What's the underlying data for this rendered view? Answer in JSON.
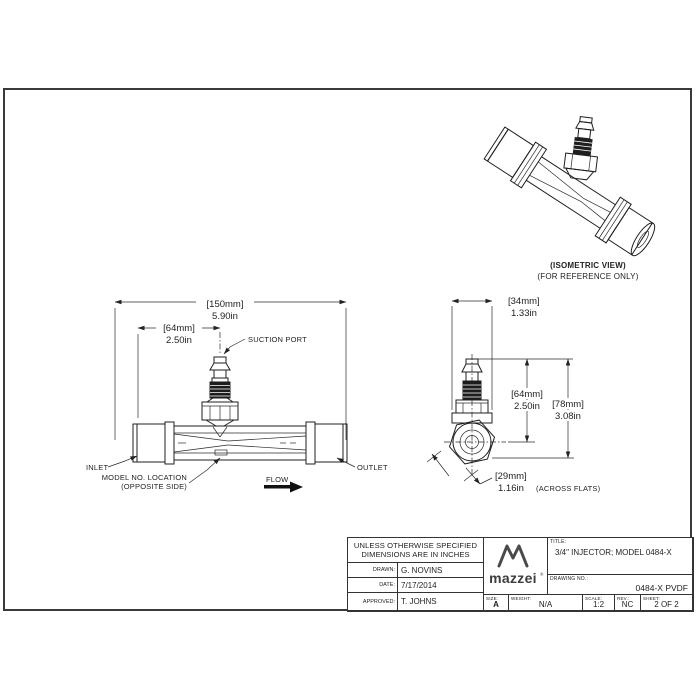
{
  "window": {
    "bg": "#ffffff",
    "line_color": "#333333"
  },
  "side_view": {
    "dim_overall": {
      "mm": "[150mm]",
      "in": "5.90in"
    },
    "dim_port": {
      "mm": "[64mm]",
      "in": "2.50in"
    },
    "suction_port": "SUCTION PORT",
    "inlet": "INLET",
    "outlet": "OUTLET",
    "model_location_1": "MODEL NO. LOCATION",
    "model_location_2": "(OPPOSITE SIDE)",
    "flow": "FLOW"
  },
  "end_view": {
    "dim_width": {
      "mm": "[34mm]",
      "in": "1.33in"
    },
    "dim_port_height": {
      "mm": "[64mm]",
      "in": "2.50in"
    },
    "dim_overall_height": {
      "mm": "[78mm]",
      "in": "3.08in"
    },
    "dim_hex": {
      "mm": "[29mm]",
      "in": "1.16in",
      "note": "(ACROSS FLATS)"
    }
  },
  "iso_view": {
    "caption_1": "(ISOMETRIC VIEW)",
    "caption_2": "(FOR REFERENCE ONLY)"
  },
  "title_block": {
    "notes_1": "UNLESS OTHERWISE SPECIFIED",
    "notes_2": "DIMENSIONS ARE IN INCHES",
    "drawn_label": "DRAWN:",
    "drawn_value": "G. NOVINS",
    "date_label": "DATE:",
    "date_value": "7/17/2014",
    "approved_label": "APPROVED:",
    "approved_value": "T. JOHNS",
    "logo_text": "mazzei",
    "logo_reg": "®",
    "title_label": "TITLE:",
    "title_value": "3/4\" INJECTOR; MODEL 0484-X",
    "drawing_no_label": "DRAWING NO.:",
    "drawing_no_value": "0484-X PVDF",
    "size_label": "SIZE:",
    "size_value": "A",
    "weight_label": "WEIGHT:",
    "weight_value": "N/A",
    "scale_label": "SCALE:",
    "scale_value": "1:2",
    "rev_label": "REV.:",
    "rev_value": "NC",
    "sheet_label": "SHEET:",
    "sheet_value": "2 OF 2"
  }
}
